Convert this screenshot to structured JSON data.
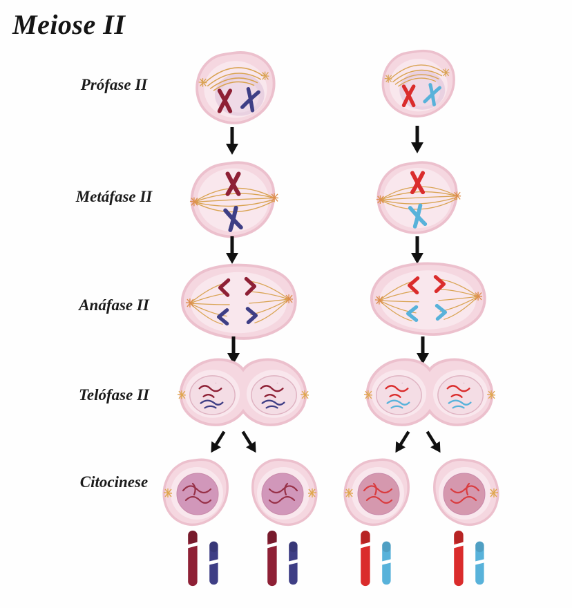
{
  "title": "Meiose II",
  "stage_labels": [
    "Prófase II",
    "Metáfase II",
    "Anáfase II",
    "Telófase II",
    "Citocinese"
  ],
  "diagram": {
    "type": "biology-process-diagram",
    "subject": "Meiosis II stages",
    "columns": 2,
    "stages_per_column": 5,
    "daughter_cells_per_column": 2,
    "chromosome_pairs_bottom": 4
  },
  "colors": {
    "left_column_chromosome_a_dark_red": "#8e2035",
    "left_column_chromosome_b_navy": "#3e3e85",
    "right_column_chromosome_a_red": "#da2c2c",
    "right_column_chromosome_b_light_blue": "#58b2da",
    "spindle_fiber_orange": "#d9a352",
    "cell_fill_pink": "#f5d7e0",
    "cell_border_pink": "#ecc0cd",
    "cytoplasm_light_pink": "#f9e7ed",
    "prophase_nucleus_lavender": "#e9d1e1",
    "telophase_nucleus_pink": "#f4dde5",
    "cytokinesis_nucleus_left": "#cf93b8",
    "cytokinesis_nucleus_right": "#d494ab",
    "arrow_black": "#101010",
    "background": "#fefefe"
  }
}
